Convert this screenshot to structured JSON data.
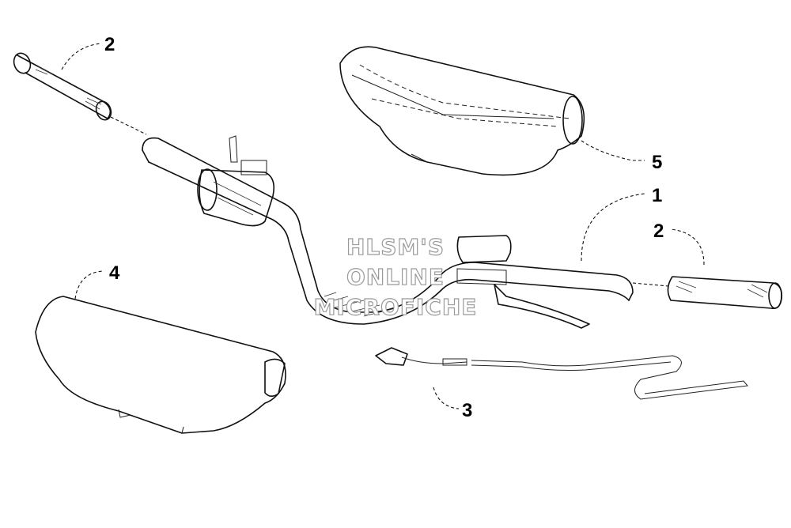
{
  "callouts": {
    "handlebar": "1",
    "grip_left": "2",
    "grip_right": "2",
    "harness": "3",
    "pad_left": "4",
    "pad_right": "5"
  },
  "watermark": {
    "line1": "HLSM'S",
    "line2": "ONLINE",
    "line3": "MICROFICHE"
  }
}
